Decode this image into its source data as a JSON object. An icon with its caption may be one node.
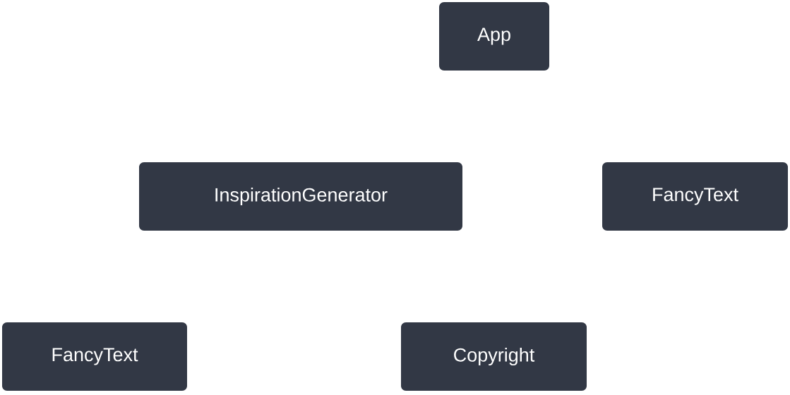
{
  "diagram": {
    "nodes": [
      {
        "text": [
          "App"
        ]
      },
      {
        "text": [
          "InspirationGenerator"
        ]
      },
      {
        "text": [
          "FancyText"
        ]
      },
      {
        "text": [
          "FancyText"
        ]
      },
      {
        "text": [
          "Copyright"
        ]
      }
    ]
  }
}
